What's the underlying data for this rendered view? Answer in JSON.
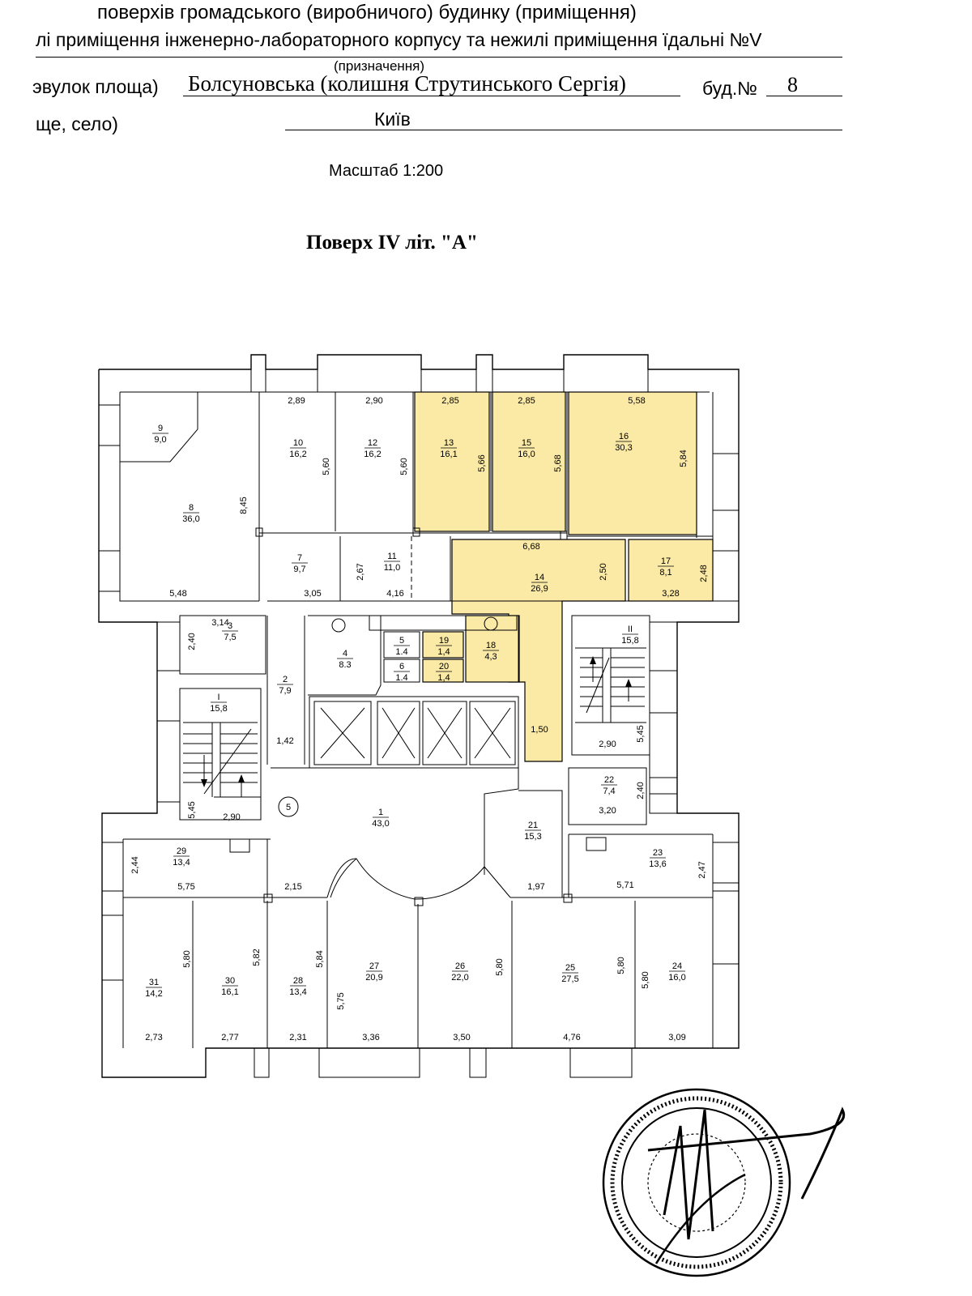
{
  "header": {
    "line1": "поверхів громадського (виробничого) будинку (приміщення)",
    "line2": "лі приміщення інженерно-лабораторного корпусу та нежилі приміщення їдальні №V",
    "purpose_caption": "(призначення)",
    "street_prefix": "эвулок площа)",
    "street_name": "Болсуновська (колишня Струтинського Сергія)",
    "building_label": "буд.№",
    "building_number": "8",
    "city_prefix": "ще, село)",
    "city_name": "Київ",
    "scale": "Масштаб 1:200",
    "floor_title": "Поверх IV літ. \"А\""
  },
  "highlight_color": "#fbe9a6",
  "rooms": [
    {
      "id": "r9",
      "num": "9",
      "area": "9,0"
    },
    {
      "id": "r8",
      "num": "8",
      "area": "36,0"
    },
    {
      "id": "r10",
      "num": "10",
      "area": "16,2"
    },
    {
      "id": "r12",
      "num": "12",
      "area": "16,2"
    },
    {
      "id": "r13",
      "num": "13",
      "area": "16,1",
      "highlighted": true
    },
    {
      "id": "r15",
      "num": "15",
      "area": "16,0",
      "highlighted": true
    },
    {
      "id": "r16",
      "num": "16",
      "area": "30,3",
      "highlighted": true
    },
    {
      "id": "r7",
      "num": "7",
      "area": "9,7"
    },
    {
      "id": "r11",
      "num": "11",
      "area": "11,0"
    },
    {
      "id": "r14",
      "num": "14",
      "area": "26,9",
      "highlighted": true
    },
    {
      "id": "r17",
      "num": "17",
      "area": "8,1",
      "highlighted": true
    },
    {
      "id": "r3",
      "num": "3",
      "area": "7,5"
    },
    {
      "id": "r2",
      "num": "2",
      "area": "7,9"
    },
    {
      "id": "r4",
      "num": "4",
      "area": "8.3"
    },
    {
      "id": "r5",
      "num": "5",
      "area": "1.4"
    },
    {
      "id": "r6",
      "num": "6",
      "area": "1.4"
    },
    {
      "id": "r19",
      "num": "19",
      "area": "1,4",
      "highlighted": true
    },
    {
      "id": "r20",
      "num": "20",
      "area": "1,4",
      "highlighted": true
    },
    {
      "id": "r18",
      "num": "18",
      "area": "4,3",
      "highlighted": true
    },
    {
      "id": "rII",
      "num": "II",
      "area": "15,8"
    },
    {
      "id": "rI",
      "num": "I",
      "area": "15,8"
    },
    {
      "id": "r1",
      "num": "1",
      "area": "43,0"
    },
    {
      "id": "r22",
      "num": "22",
      "area": "7,4"
    },
    {
      "id": "r21",
      "num": "21",
      "area": "15,3"
    },
    {
      "id": "r29",
      "num": "29",
      "area": "13,4"
    },
    {
      "id": "r23",
      "num": "23",
      "area": "13,6"
    },
    {
      "id": "r31",
      "num": "31",
      "area": "14,2"
    },
    {
      "id": "r30",
      "num": "30",
      "area": "16,1"
    },
    {
      "id": "r28",
      "num": "28",
      "area": "13,4"
    },
    {
      "id": "r27",
      "num": "27",
      "area": "20,9"
    },
    {
      "id": "r26",
      "num": "26",
      "area": "22,0"
    },
    {
      "id": "r25",
      "num": "25",
      "area": "27,5"
    },
    {
      "id": "r24",
      "num": "24",
      "area": "16,0"
    }
  ],
  "dimensions": [
    "2,89",
    "2,90",
    "2,85",
    "2,85",
    "5,58",
    "8,45",
    "5,60",
    "5,60",
    "5,66",
    "5,68",
    "5,84",
    "5,48",
    "3,05",
    "4,16",
    "2,67",
    "6,68",
    "2,50",
    "2,48",
    "3,28",
    "3,14",
    "2,40",
    "1,42",
    "1,50",
    "2,90",
    "5,45",
    "5,45",
    "2,90",
    "2,40",
    "3,20",
    "2,44",
    "5,75",
    "2,15",
    "1,97",
    "5,71",
    "2,47",
    "5,80",
    "5,82",
    "5,84",
    "5,75",
    "5,80",
    "5,80",
    "5,80",
    "2,73",
    "2,77",
    "2,31",
    "3,36",
    "3,50",
    "4,76",
    "3,09"
  ],
  "axis_marker": "5"
}
